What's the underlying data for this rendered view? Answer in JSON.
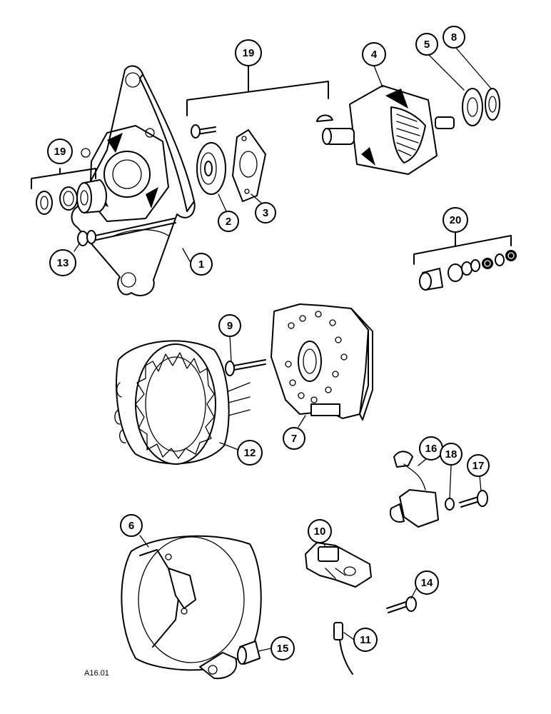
{
  "figure_code": "A16.01",
  "callouts": [
    {
      "id": "c1",
      "label": "1"
    },
    {
      "id": "c2",
      "label": "2"
    },
    {
      "id": "c3",
      "label": "3"
    },
    {
      "id": "c4",
      "label": "4"
    },
    {
      "id": "c5",
      "label": "5"
    },
    {
      "id": "c6",
      "label": "6"
    },
    {
      "id": "c7",
      "label": "7"
    },
    {
      "id": "c8",
      "label": "8"
    },
    {
      "id": "c9",
      "label": "9"
    },
    {
      "id": "c10",
      "label": "10"
    },
    {
      "id": "c11",
      "label": "11"
    },
    {
      "id": "c12",
      "label": "12"
    },
    {
      "id": "c13",
      "label": "13"
    },
    {
      "id": "c14",
      "label": "14"
    },
    {
      "id": "c15",
      "label": "15"
    },
    {
      "id": "c16",
      "label": "16"
    },
    {
      "id": "c17",
      "label": "17"
    },
    {
      "id": "c18",
      "label": "18"
    },
    {
      "id": "c19a",
      "label": "19"
    },
    {
      "id": "c19b",
      "label": "19"
    },
    {
      "id": "c20",
      "label": "20"
    }
  ]
}
